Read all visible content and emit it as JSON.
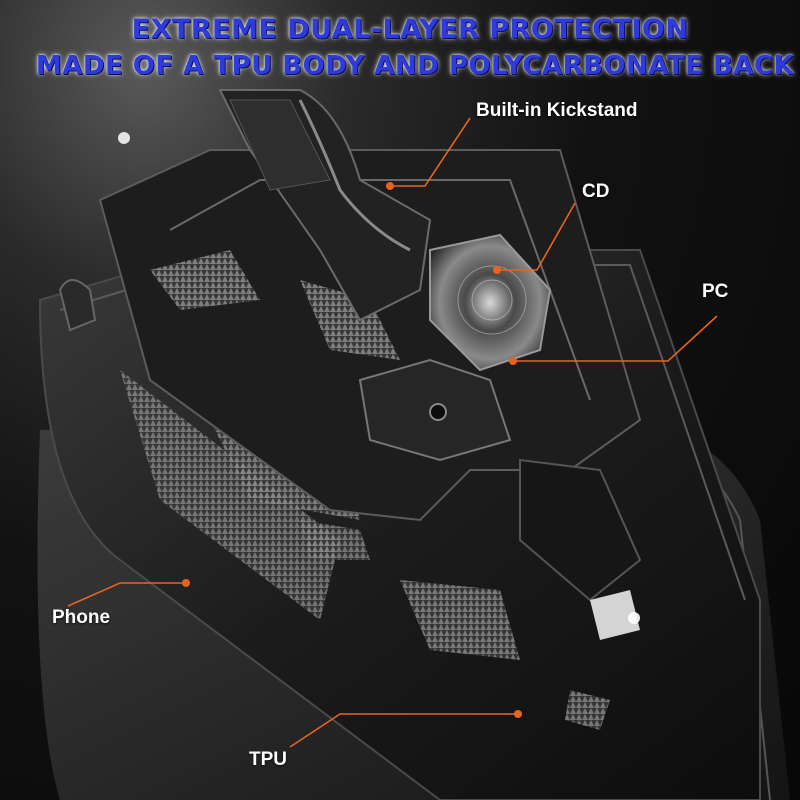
{
  "headline": {
    "line1": "EXTREME DUAL-LAYER PROTECTION",
    "line2": "MADE OF A TPU BODY AND POLYCARBONATE BACK"
  },
  "callouts": {
    "kickstand": "Built-in Kickstand",
    "cd": "CD",
    "pc": "PC",
    "phone": "Phone",
    "tpu": "TPU"
  },
  "colors": {
    "headline_fill": "#2f3bd8",
    "leader_line": "#e8641e",
    "callout_text": "#ffffff",
    "background": "#0b0b0b"
  }
}
